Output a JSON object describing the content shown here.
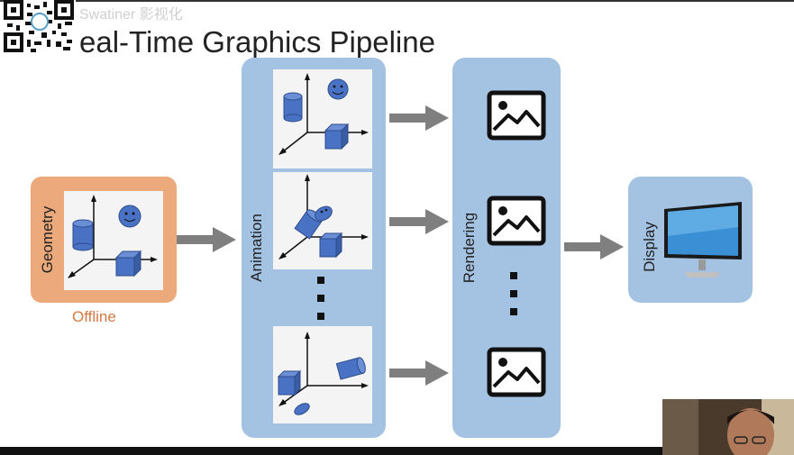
{
  "slide": {
    "title": "eal-Time Graphics Pipeline",
    "watermark": "Swatiner 影视化"
  },
  "labels": {
    "geometry": "Geometry",
    "offline": "Offline",
    "animation": "Animation",
    "rendering": "Rendering",
    "display": "Display"
  },
  "colors": {
    "geometry_box": "#eba97c",
    "offline_text": "#d47b44",
    "stage_box": "#a4c3e3",
    "shape_fill": "#4a72c4",
    "arrow": "#7f7f7f"
  },
  "icons": [
    "qr-code-icon",
    "cylinder-icon",
    "smiley-sphere-icon",
    "cube-icon",
    "image-icon",
    "monitor-icon",
    "ellipsis-icon",
    "arrow-right-icon"
  ]
}
